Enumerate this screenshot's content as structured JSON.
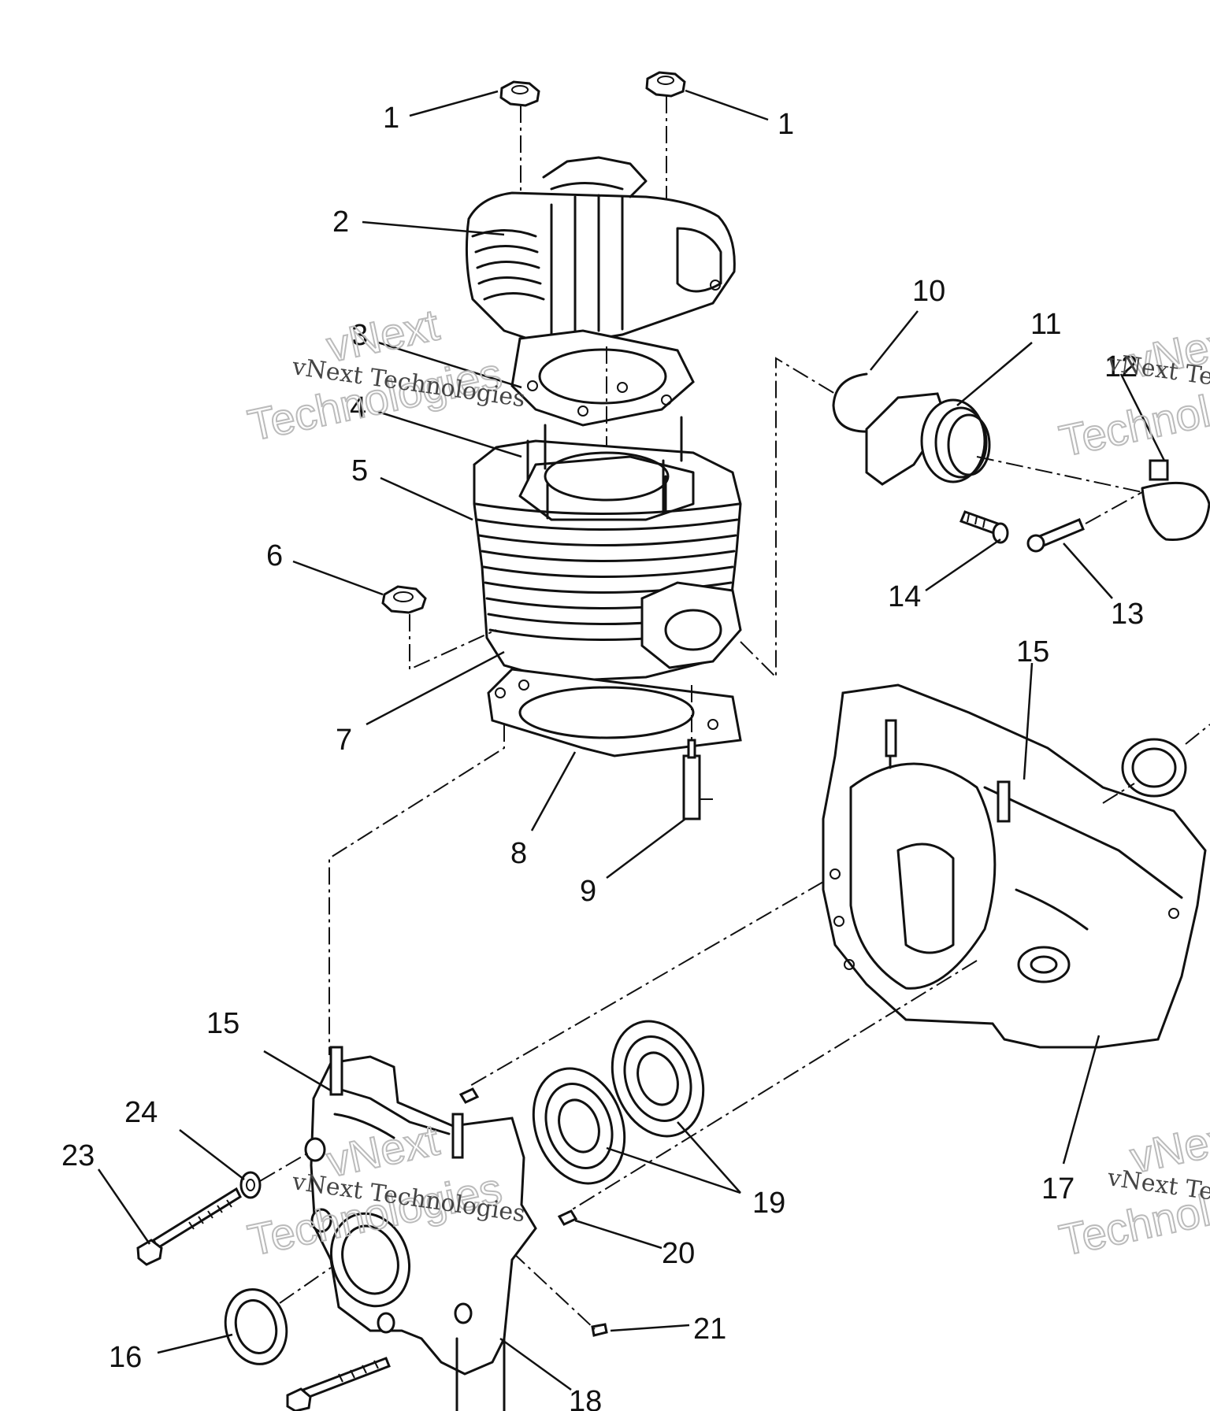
{
  "callouts": [
    {
      "id": "c1a",
      "label": "1"
    },
    {
      "id": "c1b",
      "label": "1"
    },
    {
      "id": "c2",
      "label": "2"
    },
    {
      "id": "c3",
      "label": "3"
    },
    {
      "id": "c4",
      "label": "4"
    },
    {
      "id": "c5",
      "label": "5"
    },
    {
      "id": "c6",
      "label": "6"
    },
    {
      "id": "c7",
      "label": "7"
    },
    {
      "id": "c8",
      "label": "8"
    },
    {
      "id": "c9",
      "label": "9"
    },
    {
      "id": "c10",
      "label": "10"
    },
    {
      "id": "c11",
      "label": "11"
    },
    {
      "id": "c12",
      "label": "12"
    },
    {
      "id": "c13",
      "label": "13"
    },
    {
      "id": "c14",
      "label": "14"
    },
    {
      "id": "c15a",
      "label": "15"
    },
    {
      "id": "c15b",
      "label": "15"
    },
    {
      "id": "c16",
      "label": "16"
    },
    {
      "id": "c17",
      "label": "17"
    },
    {
      "id": "c18",
      "label": "18"
    },
    {
      "id": "c19",
      "label": "19"
    },
    {
      "id": "c20",
      "label": "20"
    },
    {
      "id": "c21",
      "label": "21"
    },
    {
      "id": "c23",
      "label": "23"
    },
    {
      "id": "c24",
      "label": "24"
    }
  ],
  "watermark": {
    "small": "vNext Technologies",
    "big_1": "vNext",
    "big_2": "Technologies"
  }
}
